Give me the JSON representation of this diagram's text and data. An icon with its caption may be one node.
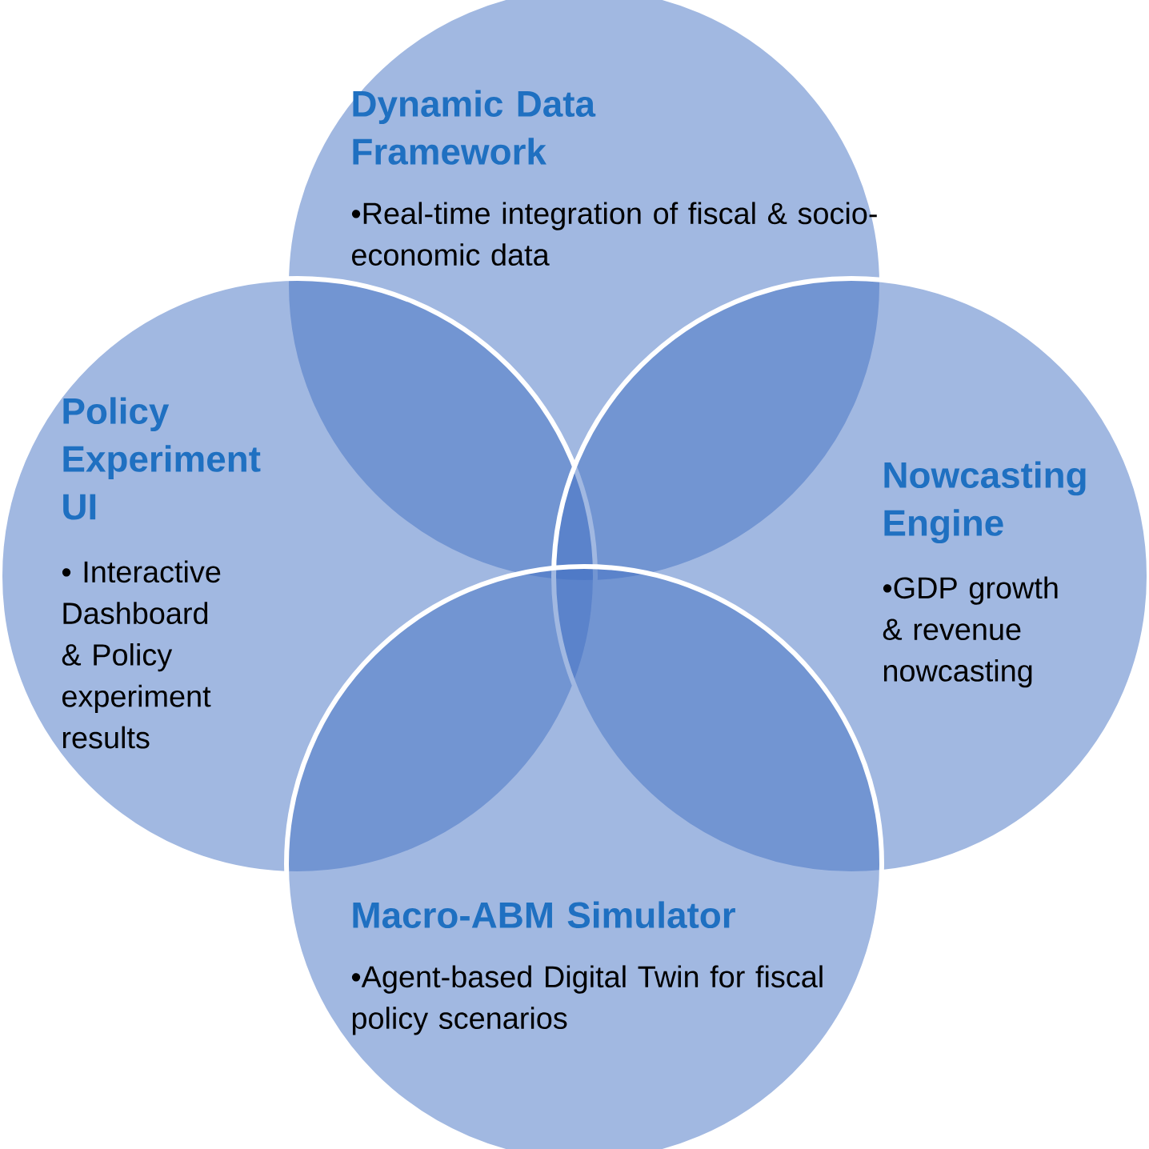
{
  "diagram": {
    "nodes": [
      {
        "text": [
          "Dynamic Data Framework",
          "•Real-time integration of fiscal & socio-economic data"
        ]
      },
      {
        "text": [
          "Policy Experiment UI",
          "• Interactive Dashboard & Policy experiment results"
        ]
      },
      {
        "text": [
          "Nowcasting Engine",
          "•GDP growth & revenue nowcasting"
        ]
      },
      {
        "text": [
          "Macro-ABM Simulator",
          "•Agent-based Digital Twin for fiscal policy scenarios"
        ]
      }
    ]
  }
}
